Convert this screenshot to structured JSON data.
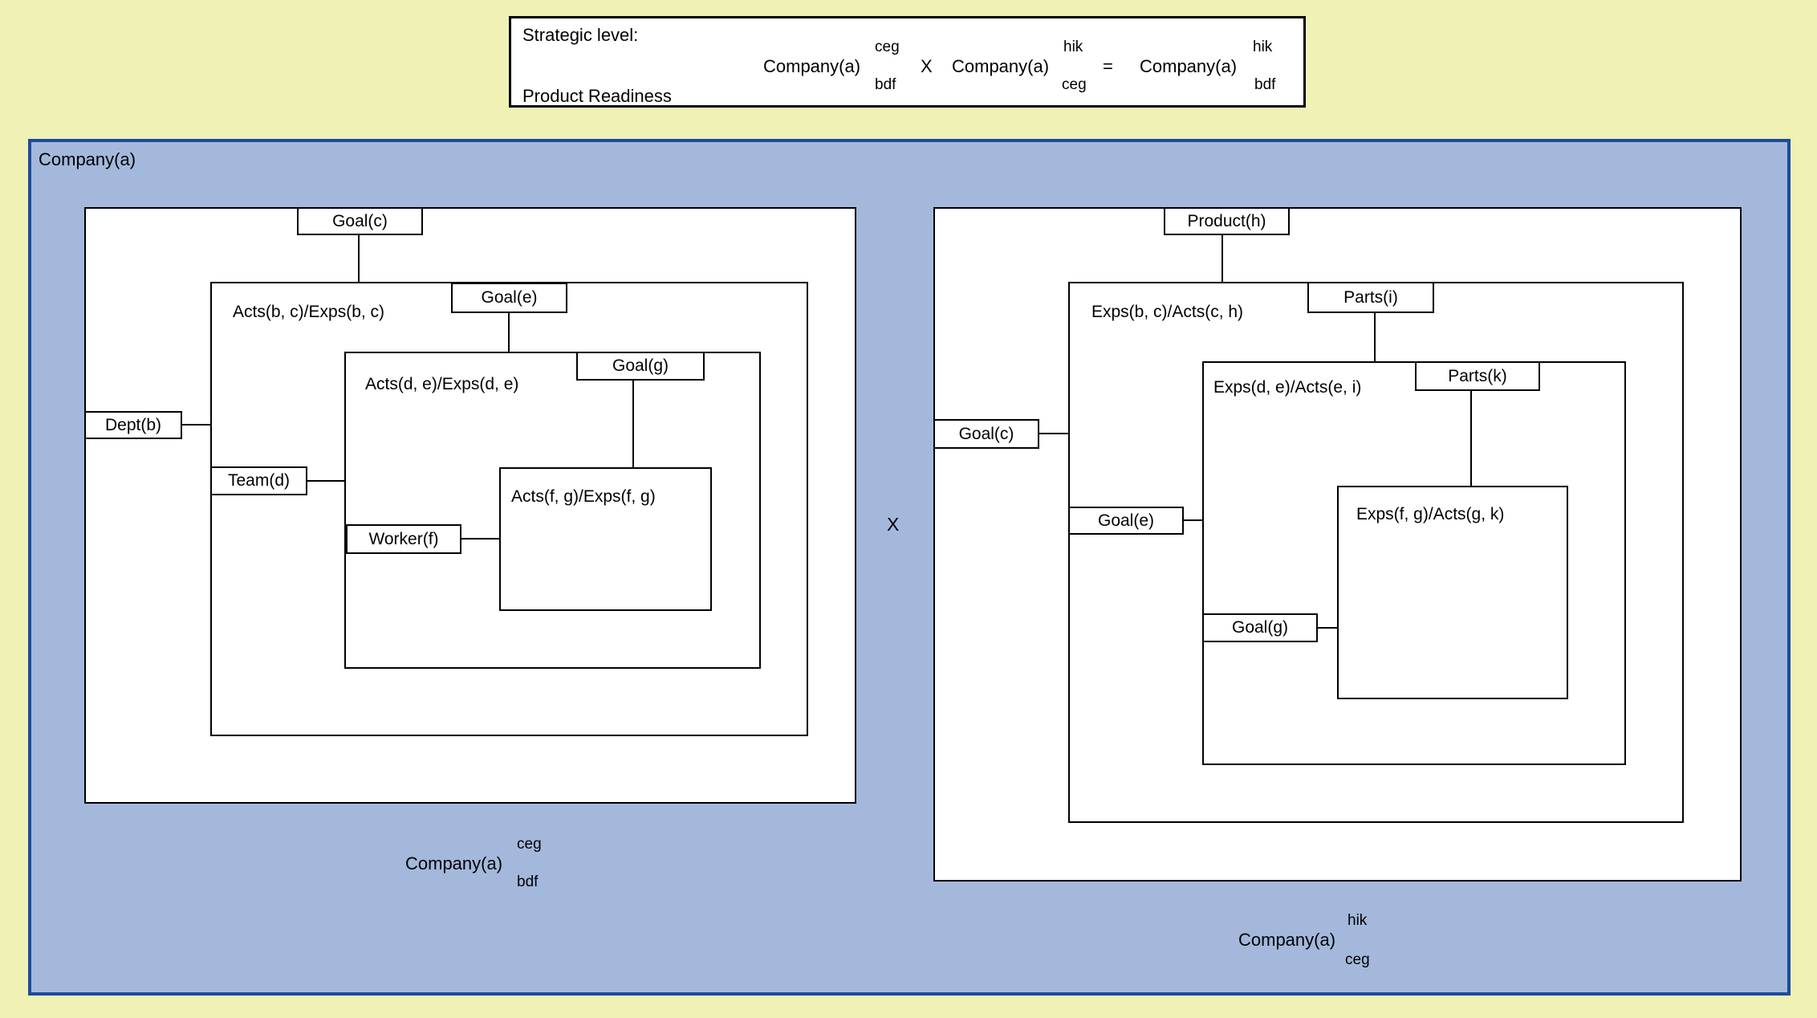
{
  "colors": {
    "page_background": "#eff1b5",
    "company_fill": "#a4b8dc",
    "company_border": "#1a4b9c",
    "box_fill": "#ffffff",
    "line_color": "#000000"
  },
  "strategic_panel": {
    "title": "Strategic level:",
    "subtitle": "Product Readiness",
    "equation": {
      "lhs": {
        "base": "Company(a)",
        "sup": "ceg",
        "sub": "bdf"
      },
      "times": "X",
      "mid": {
        "base": "Company(a)",
        "sup": "hik",
        "sub": "ceg"
      },
      "equals": "=",
      "rhs": {
        "base": "Company(a)",
        "sup": "hik",
        "sub": "bdf"
      }
    }
  },
  "company_container": {
    "label": "Company(a)",
    "multiply_symbol": "X"
  },
  "org_diagram": {
    "goal_c": "Goal(c)",
    "acts_bc": "Acts(b, c)/Exps(b, c)",
    "goal_e": "Goal(e)",
    "acts_de": "Acts(d, e)/Exps(d, e)",
    "goal_g": "Goal(g)",
    "acts_fg": "Acts(f, g)/Exps(f, g)",
    "dept_b": "Dept(b)",
    "team_d": "Team(d)",
    "worker_f": "Worker(f)",
    "caption": {
      "base": "Company(a)",
      "sup": "ceg",
      "sub": "bdf"
    }
  },
  "product_diagram": {
    "product_h": "Product(h)",
    "exps_bc": "Exps(b, c)/Acts(c, h)",
    "parts_i": "Parts(i)",
    "exps_de": "Exps(d, e)/Acts(e, i)",
    "parts_k": "Parts(k)",
    "exps_fg": "Exps(f, g)/Acts(g, k)",
    "goal_c": "Goal(c)",
    "goal_e": "Goal(e)",
    "goal_g": "Goal(g)",
    "caption": {
      "base": "Company(a)",
      "sup": "hik",
      "sub": "ceg"
    }
  }
}
